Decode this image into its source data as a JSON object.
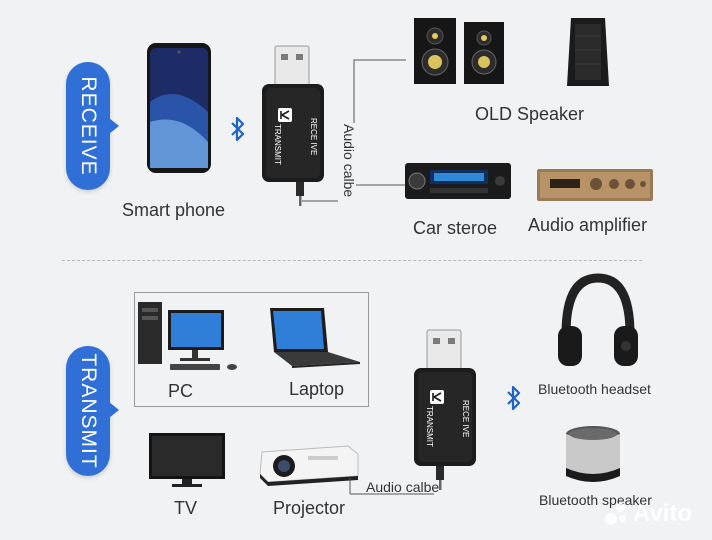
{
  "modes": {
    "receive": "RECEIVE",
    "transmit": "TRANSMIT"
  },
  "receive": {
    "phone_label": "Smart phone",
    "cable_label": "Audio calbe",
    "speaker_label": "OLD Speaker",
    "car_label": "Car steroe",
    "amp_label": "Audio amplifier"
  },
  "transmit": {
    "pc_label": "PC",
    "laptop_label": "Laptop",
    "tv_label": "TV",
    "projector_label": "Projector",
    "cable_label": "Audio calbe",
    "headset_label": "Bluetooth headset",
    "speaker_label": "Bluetooth speaker"
  },
  "device": {
    "side_label": "TRANSMIT",
    "front_label": "RECE IVE"
  },
  "watermark": "Avito",
  "colors": {
    "accent": "#2f6fd6",
    "bluetooth": "#1f63c9",
    "device": "#1c1c1c"
  }
}
